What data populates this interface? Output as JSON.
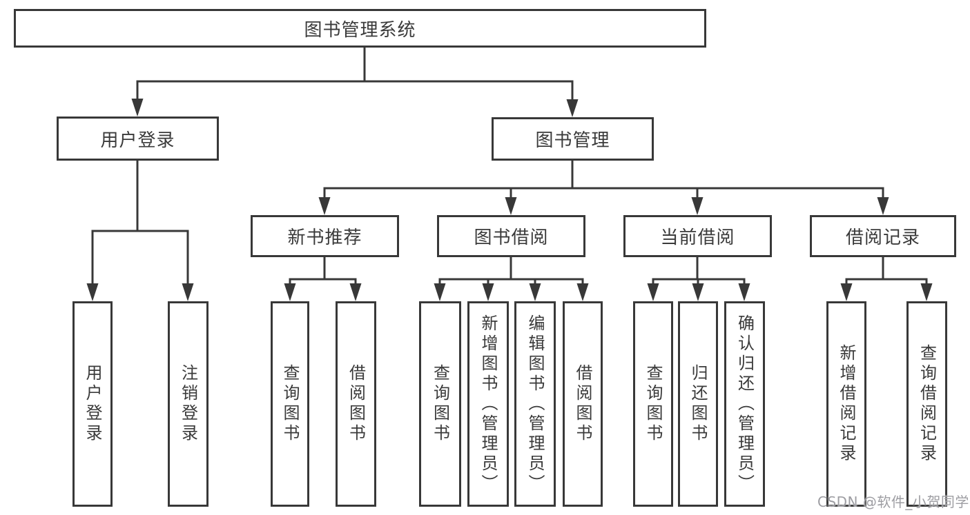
{
  "watermark": "CSDN @软件_小贺同学",
  "diagram": {
    "root": {
      "label": "图书管理系统"
    },
    "branches": [
      {
        "label": "用户登录",
        "children": [
          {
            "label": "用户登录"
          },
          {
            "label": "注销登录"
          }
        ]
      },
      {
        "label": "图书管理",
        "children": [
          {
            "label": "新书推荐",
            "children": [
              {
                "label": "查询图书"
              },
              {
                "label": "借阅图书"
              }
            ]
          },
          {
            "label": "图书借阅",
            "children": [
              {
                "label": "查询图书"
              },
              {
                "label": "新增图书（管理员）"
              },
              {
                "label": "编辑图书（管理员）"
              },
              {
                "label": "借阅图书"
              }
            ]
          },
          {
            "label": "当前借阅",
            "children": [
              {
                "label": "查询图书"
              },
              {
                "label": "归还图书"
              },
              {
                "label": "确认归还（管理员）"
              }
            ]
          },
          {
            "label": "借阅记录",
            "children": [
              {
                "label": "新增借阅记录"
              },
              {
                "label": "查询借阅记录"
              }
            ]
          }
        ]
      }
    ]
  }
}
